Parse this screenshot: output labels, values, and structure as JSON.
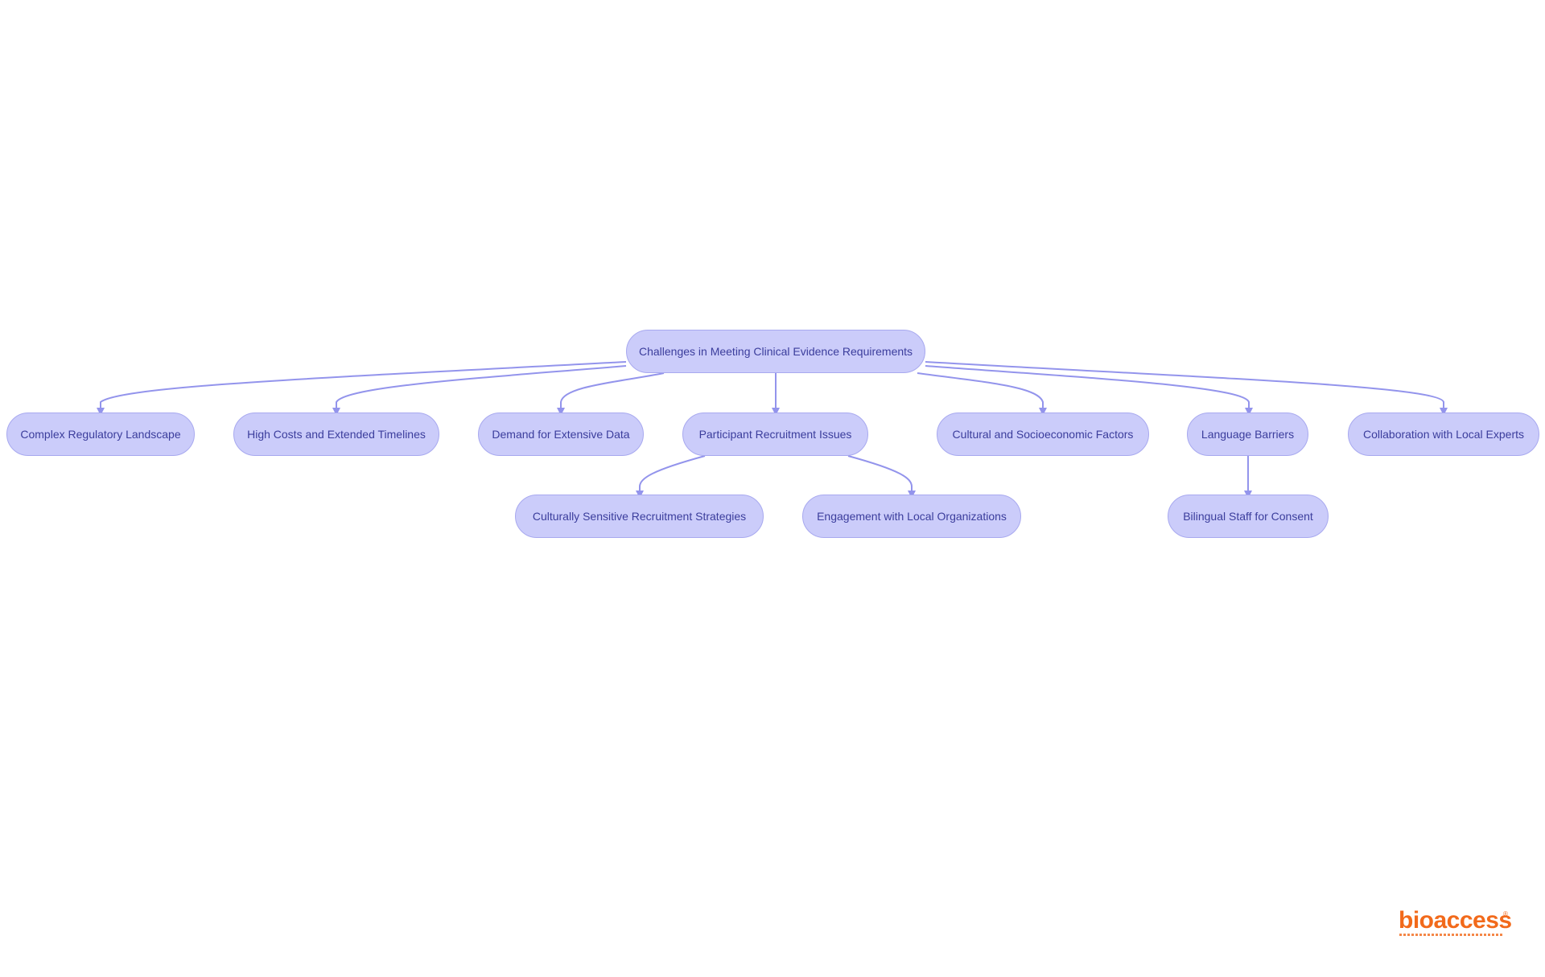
{
  "diagram": {
    "root": "Challenges in Meeting Clinical Evidence Requirements",
    "level1": [
      "Complex Regulatory Landscape",
      "High Costs and Extended Timelines",
      "Demand for Extensive Data",
      "Participant Recruitment Issues",
      "Cultural and Socioeconomic Factors",
      "Language Barriers",
      "Collaboration with Local Experts"
    ],
    "level2": [
      "Culturally Sensitive Recruitment Strategies",
      "Engagement with Local Organizations",
      "Bilingual Staff for Consent"
    ],
    "edge_color": "#9394ec",
    "node_fill": "#cbccfa",
    "node_text_color": "#3b3d9c"
  },
  "logo": {
    "wordmark": "bioaccess",
    "color": "#f26a1b"
  }
}
